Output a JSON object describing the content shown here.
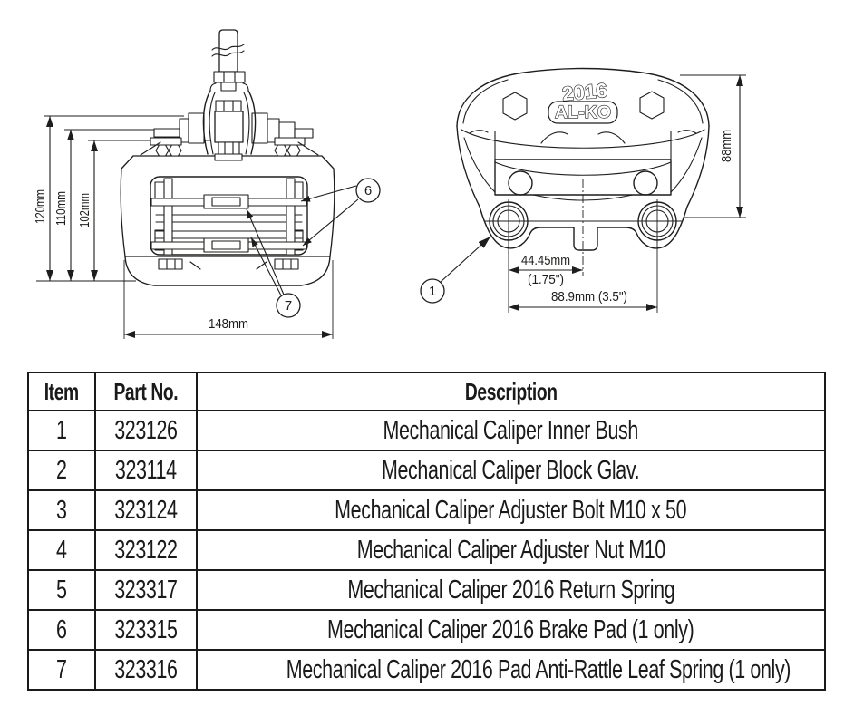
{
  "palette": {
    "ink": "#1d1d1b",
    "paper": "#ffffff"
  },
  "front_view": {
    "dims": {
      "height_outer": "120mm",
      "height_mid": "110mm",
      "height_inner": "102mm",
      "width": "148mm"
    },
    "callouts": {
      "brake_pad": "6",
      "leaf_spring": "7"
    }
  },
  "back_view": {
    "cast_model": "2016",
    "cast_brand": "AL-KO",
    "dims": {
      "height": "88mm",
      "hole_offset_mm": "44.45mm",
      "hole_offset_in": "(1.75\")",
      "hole_span": "88.9mm (3.5\")"
    },
    "callouts": {
      "inner_bush": "1"
    }
  },
  "parts_table": {
    "headers": {
      "item": "Item",
      "part_no": "Part No.",
      "description": "Description"
    },
    "rows": [
      {
        "item": "1",
        "part_no": "323126",
        "description": "Mechanical Caliper Inner Bush"
      },
      {
        "item": "2",
        "part_no": "323114",
        "description": "Mechanical Caliper Block Glav."
      },
      {
        "item": "3",
        "part_no": "323124",
        "description": "Mechanical Caliper Adjuster Bolt M10 x 50"
      },
      {
        "item": "4",
        "part_no": "323122",
        "description": "Mechanical Caliper Adjuster Nut M10"
      },
      {
        "item": "5",
        "part_no": "323317",
        "description": "Mechanical Caliper 2016 Return Spring"
      },
      {
        "item": "6",
        "part_no": "323315",
        "description": "Mechanical Caliper 2016 Brake Pad (1 only)"
      },
      {
        "item": "7",
        "part_no": "323316",
        "description": "Mechanical Caliper 2016 Pad Anti-Rattle Leaf Spring (1 only)"
      }
    ]
  }
}
